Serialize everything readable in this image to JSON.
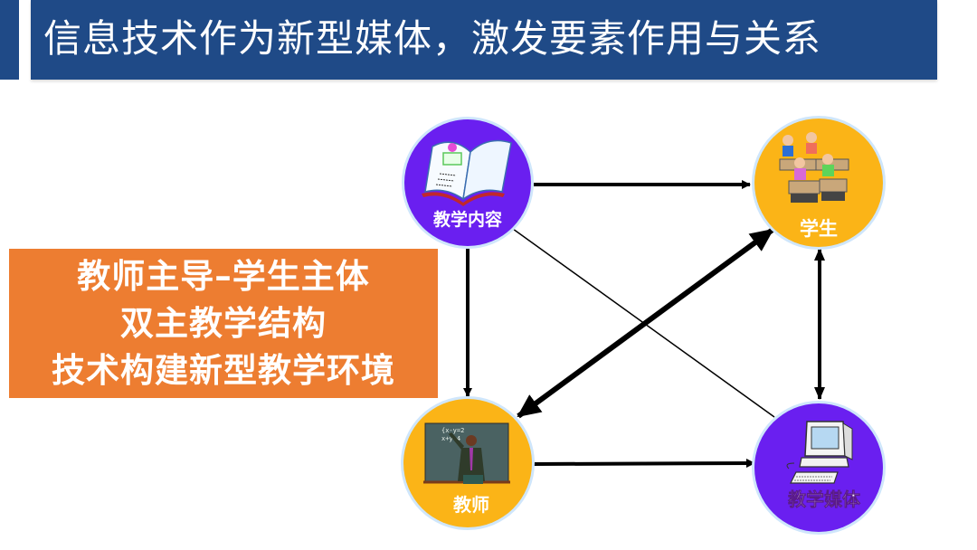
{
  "title": "信息技术作为新型媒体，激发要素作用与关系",
  "summary_box": {
    "lines": [
      "教师主导–学生主体",
      "双主教学结构",
      "技术构建新型教学环境"
    ],
    "color": "#ed7d31"
  },
  "nodes": {
    "content": {
      "label": "教学内容",
      "icon": "open-book-icon",
      "color": "#6a1ff0"
    },
    "student": {
      "label": "学生",
      "icon": "students-at-desks-icon",
      "color": "#fbb417"
    },
    "teacher": {
      "label": "教师",
      "icon": "teacher-at-blackboard-icon",
      "color": "#fbb417"
    },
    "media": {
      "label": "教学媒体",
      "icon": "computer-icon",
      "color": "#6a1ff0"
    }
  },
  "edges": [
    {
      "from": "教学内容",
      "to": "学生",
      "type": "arrow"
    },
    {
      "from": "教学内容",
      "to": "教师",
      "type": "arrow"
    },
    {
      "from": "教学内容",
      "to": "教学媒体",
      "type": "line"
    },
    {
      "from": "教师",
      "to": "学生",
      "type": "bidirectional-thick"
    },
    {
      "from": "学生",
      "to": "教学媒体",
      "type": "bidirectional"
    },
    {
      "from": "教师",
      "to": "教学媒体",
      "type": "arrow"
    }
  ],
  "colors": {
    "title_bar": "#1f4a87",
    "purple_node": "#6a1ff0",
    "yellow_node": "#fbb417",
    "orange_box": "#ed7d31"
  }
}
